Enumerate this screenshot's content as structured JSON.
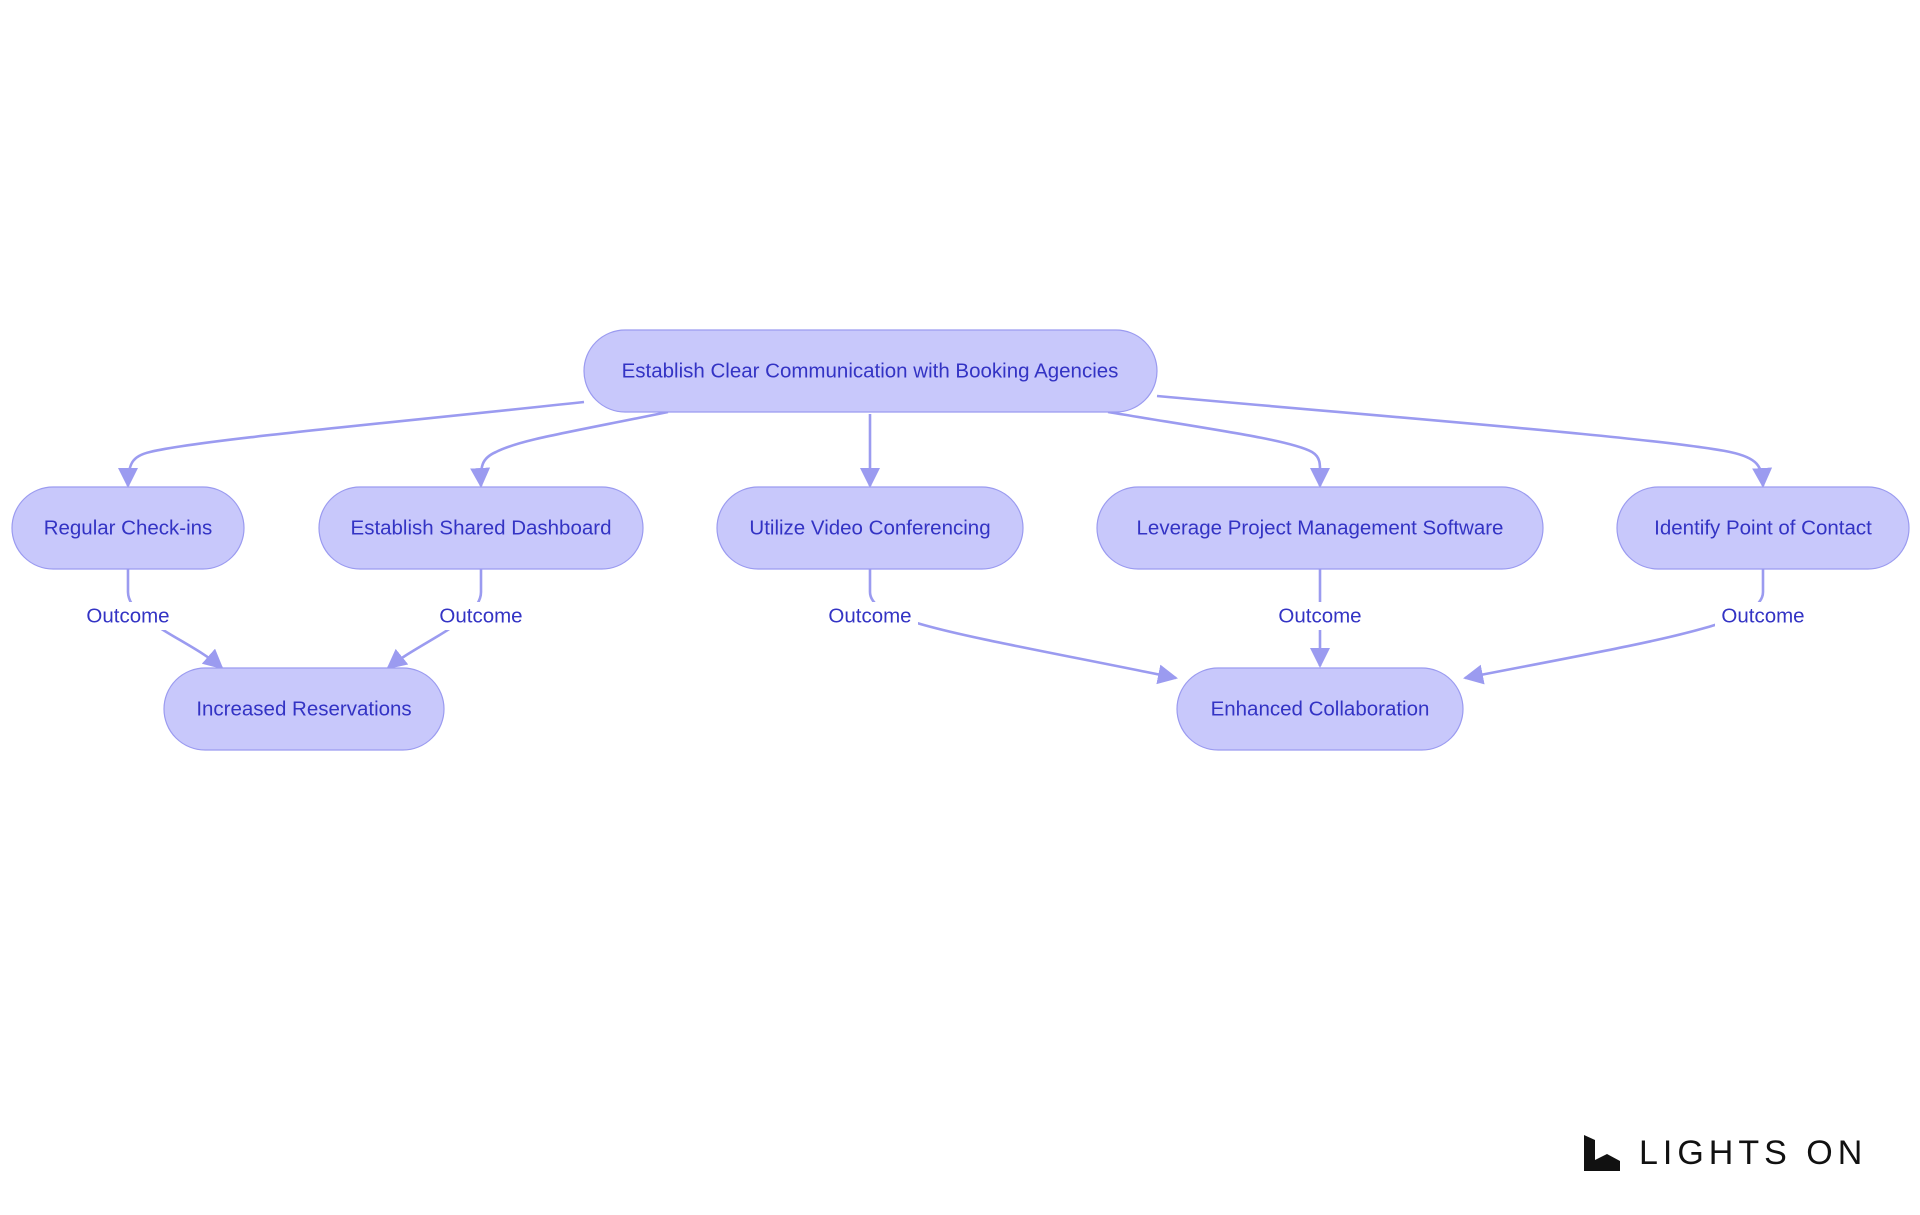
{
  "diagram": {
    "nodes": {
      "root": "Establish Clear Communication with Booking Agencies",
      "checkins": "Regular Check-ins",
      "dashboard": "Establish Shared Dashboard",
      "video": "Utilize Video Conferencing",
      "pm": "Leverage Project Management Software",
      "poc": "Identify Point of Contact",
      "reservations": "Increased Reservations",
      "collaboration": "Enhanced Collaboration"
    },
    "edge_labels": {
      "checkins_out": "Outcome",
      "dashboard_out": "Outcome",
      "video_out": "Outcome",
      "pm_out": "Outcome",
      "poc_out": "Outcome"
    },
    "colors": {
      "node_fill": "#c8c8fb",
      "node_stroke": "#9b9bf0",
      "text": "#3333c4",
      "edge": "#9b9bf0"
    }
  },
  "brand": {
    "name": "LIGHTS ON",
    "logo_icon": "lights-on-logo-icon"
  }
}
